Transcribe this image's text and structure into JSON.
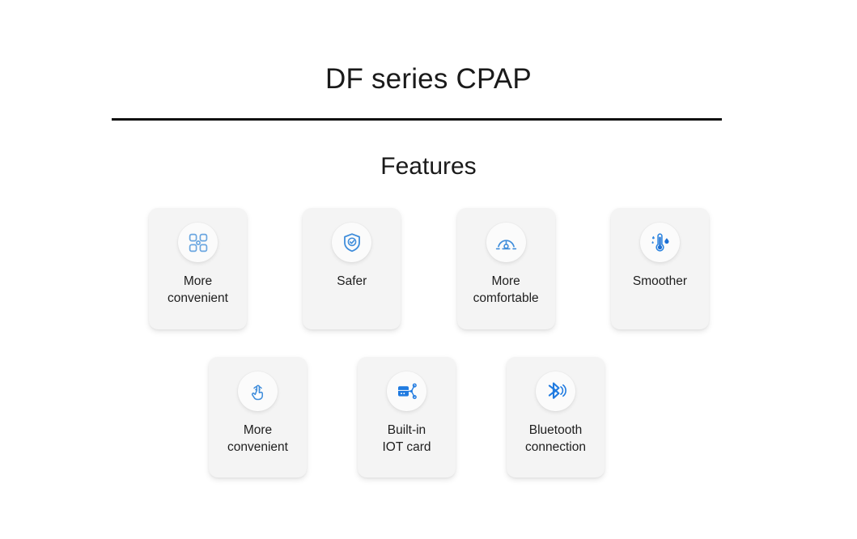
{
  "header": {
    "title": "DF series CPAP",
    "section_heading": "Features"
  },
  "colors": {
    "icon_blue": "#2f86e0",
    "icon_blue_dark": "#1b6fd4",
    "icon_blue_light": "#7fb4e8",
    "card_bg": "#f4f4f4",
    "badge_bg": "#fbfbfb",
    "text": "#1e1e1e",
    "divider": "#111111",
    "page_bg": "#ffffff"
  },
  "features": {
    "row1": [
      {
        "label": "More\nconvenient",
        "icon": "grid-apps-icon"
      },
      {
        "label": "Safer",
        "icon": "shield-check-icon"
      },
      {
        "label": "More\ncomfortable",
        "icon": "gauge-icon"
      },
      {
        "label": "Smoother",
        "icon": "thermometer-humidity-icon"
      }
    ],
    "row2": [
      {
        "label": "More\nconvenient",
        "icon": "touch-hand-icon"
      },
      {
        "label": "Built-in\nIOT card",
        "icon": "iot-card-icon"
      },
      {
        "label": "Bluetooth\nconnection",
        "icon": "bluetooth-icon"
      }
    ]
  }
}
